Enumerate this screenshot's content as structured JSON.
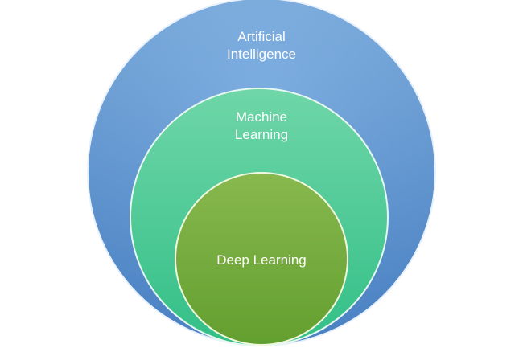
{
  "diagram": {
    "outer": {
      "lines": [
        "Artificial",
        "Intelligence"
      ],
      "color_top": "#7aaee3",
      "color_bottom": "#4d88cf",
      "border": "#e8f1fb"
    },
    "middle": {
      "lines": [
        "Machine",
        "Learning"
      ],
      "color_top": "#6fd6a8",
      "color_bottom": "#33bf87",
      "border": "#e6f8ef"
    },
    "inner": {
      "lines": [
        "Deep Learning"
      ],
      "color_top": "#88b84e",
      "color_bottom": "#639f2f",
      "border": "#f0f8e0"
    }
  }
}
